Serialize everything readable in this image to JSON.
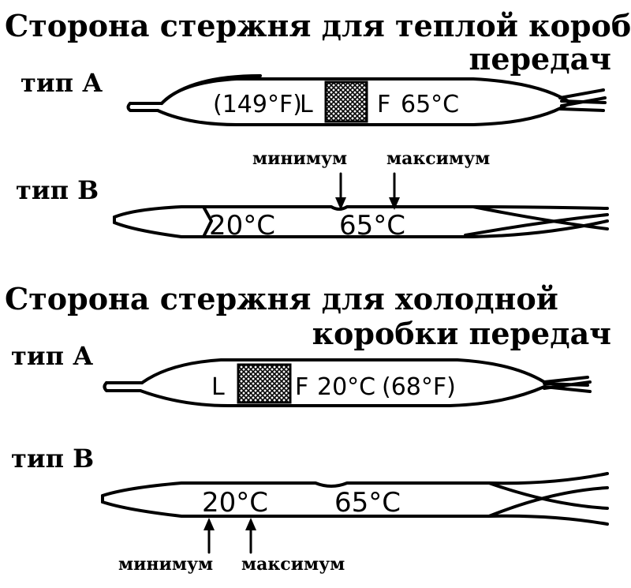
{
  "hot_side": {
    "title_line1": "Сторона стержня для теплой коробки",
    "title_line2": "передач",
    "type_a": {
      "label": "тип А",
      "left_text": "(149°F)",
      "L": "L",
      "F": "F",
      "right_text": "65°C"
    },
    "type_b": {
      "label": "тип В",
      "minimum": "минимум",
      "maximum": "максимум",
      "left_temp": "20°C",
      "right_temp": "65°C"
    }
  },
  "cold_side": {
    "title_line1": "Сторона стержня для холодной",
    "title_line2": "коробки передач",
    "type_a": {
      "label": "тип А",
      "L": "L",
      "F": "F",
      "temp": "20°C",
      "temp_f": "(68°F)"
    },
    "type_b": {
      "label": "тип В",
      "left_temp": "20°C",
      "right_temp": "65°C",
      "minimum": "минимум",
      "maximum": "максимум"
    }
  }
}
